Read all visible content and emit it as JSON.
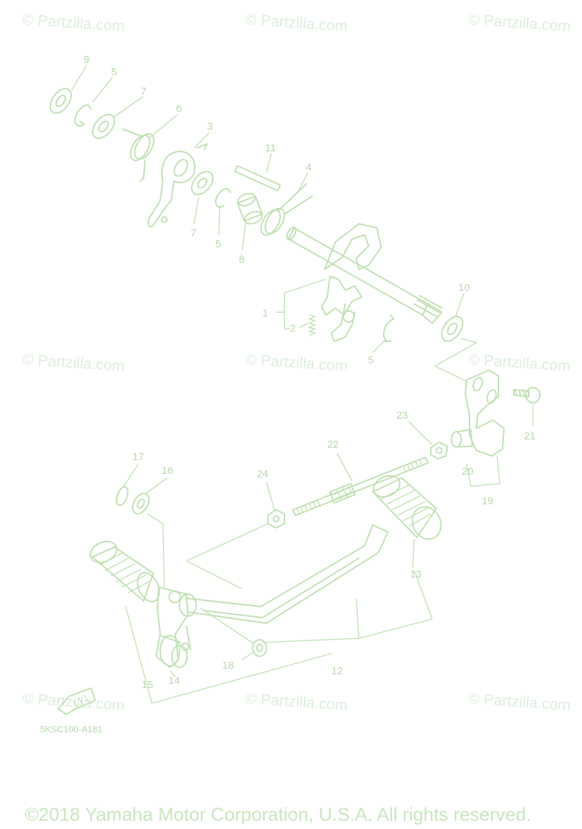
{
  "watermark_text": "© Partzilla.com",
  "callouts": {
    "c1": "1",
    "c2": "2",
    "c3": "3",
    "c4": "4",
    "c5a": "5",
    "c5b": "5",
    "c5c": "5",
    "c6": "6",
    "c7a": "7",
    "c7b": "7",
    "c8": "8",
    "c9": "9",
    "c10": "10",
    "c11": "11",
    "c12": "12",
    "c13": "13",
    "c14": "14",
    "c15": "15",
    "c16": "16",
    "c17": "17",
    "c18": "18",
    "c19": "19",
    "c20": "20",
    "c21": "21",
    "c22": "22",
    "c23": "23",
    "c24": "24"
  },
  "diagram_code": "5KSC100-A181",
  "copyright": "©2018 Yamaha Motor Corporation, U.S.A. All rights reserved.",
  "colors": {
    "line": "#bfe1b2",
    "label": "#b6d9a8",
    "watermark": "#ddeedd"
  }
}
